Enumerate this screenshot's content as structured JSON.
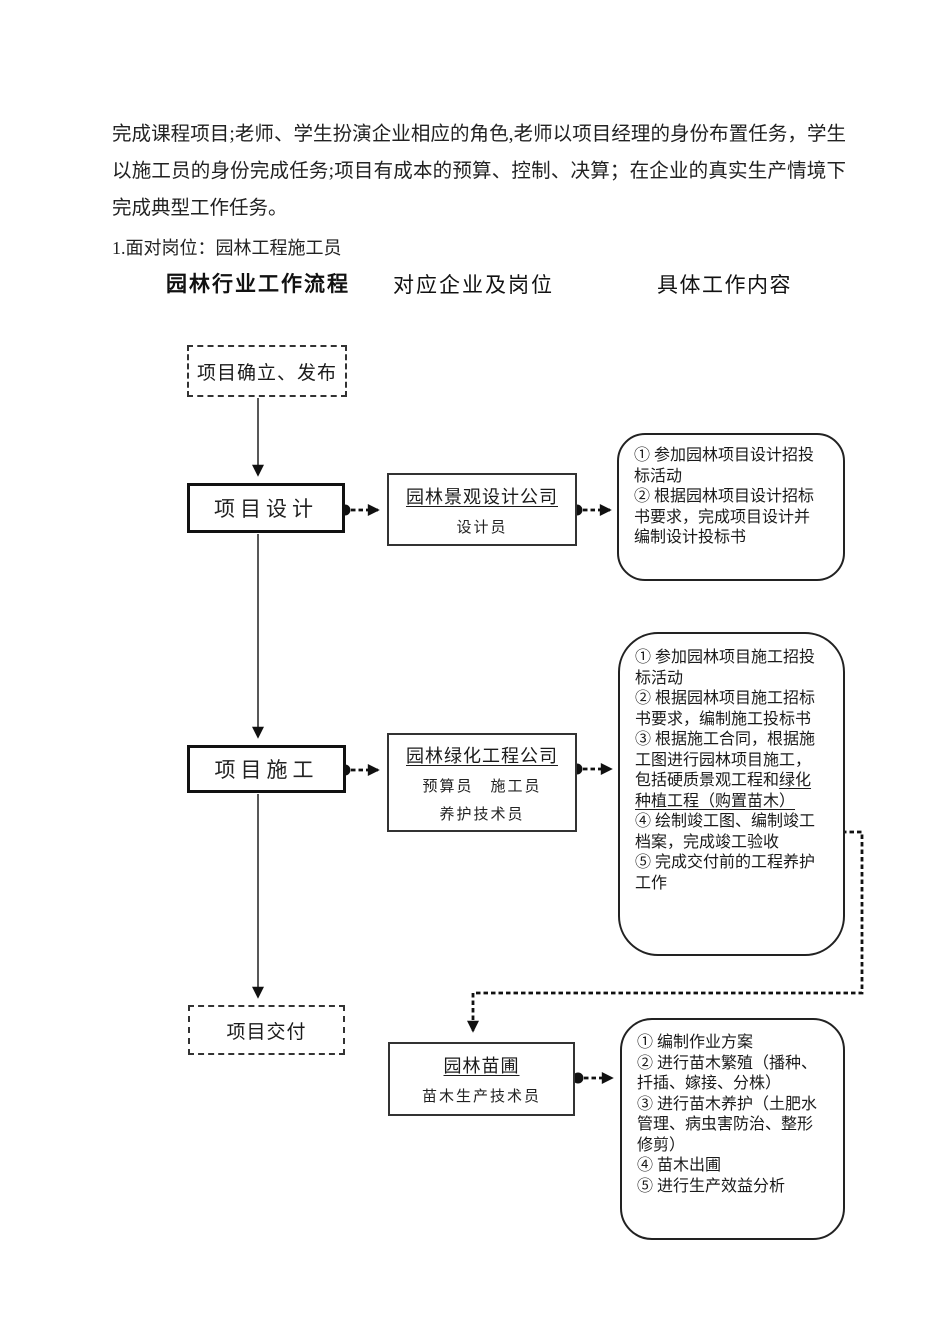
{
  "page": {
    "intro_paragraph": "完成课程项目;老师、学生扮演企业相应的角色,老师以项目经理的身份布置任务，学生以施工员的身份完成任务;项目有成本的预算、控制、决算；在企业的真实生产情境下完成典型工作任务。",
    "section_label": "1.面对岗位：园林工程施工员",
    "columns": {
      "workflow": "园林行业工作流程",
      "company": "对应企业及岗位",
      "content": "具体工作内容"
    }
  },
  "flow": {
    "start_box": "项目确立、发布",
    "design_box": "项目设计",
    "construct_box": "项目施工",
    "deliver_box": "项目交付",
    "company1": {
      "title": "园林景观设计公司",
      "role1": "设计员"
    },
    "company2": {
      "title": "园林绿化工程公司",
      "role1": "预算员　施工员",
      "role2": "养护技术员"
    },
    "company3": {
      "title": "园林苗圃",
      "role1": "苗木生产技术员"
    },
    "tasks_design": {
      "i1": "① 参加园林项目设计招投标活动",
      "i2": "② 根据园林项目设计招标书要求，完成项目设计并编制设计投标书"
    },
    "tasks_construct": {
      "i1": "① 参加园林项目施工招投标活动",
      "i2": "② 根据园林项目施工招标书要求，编制施工投标书",
      "i3a": "③ 根据施工合同，根据施工图进行园林项目施工，包括硬质景观工程和",
      "i3b": "绿化种植工程（购置苗木）",
      "i4": "④ 绘制竣工图、编制竣工档案，完成竣工验收",
      "i5": "⑤ 完成交付前的工程养护工作"
    },
    "tasks_nursery": {
      "i1": "① 编制作业方案",
      "i2": "② 进行苗木繁殖（播种、扦插、嫁接、分株）",
      "i3": "③ 进行苗木养护（土肥水管理、病虫害防治、整形修剪）",
      "i4": "④ 苗木出圃",
      "i5": "⑤ 进行生产效益分析"
    }
  },
  "colors": {
    "ink": "#1a1a1a",
    "background": "#ffffff"
  }
}
